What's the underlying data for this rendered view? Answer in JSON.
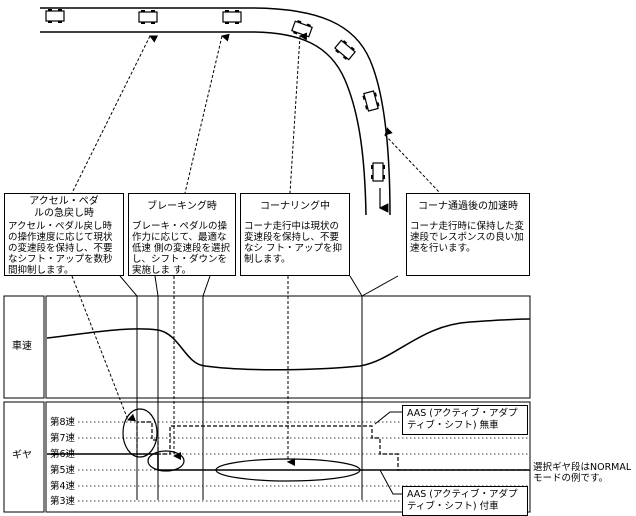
{
  "boxes": [
    {
      "title": "アクセル・ペダルの急戻し時",
      "body": "アクセル・ペダル戻し時の操作速度に応じて現状 の変速段を保持し、不要なシフト・アップを数秒 間抑制します。"
    },
    {
      "title": "ブレーキング時",
      "body": "ブレーキ・ペダルの操作力に応じて、最適な低速 側の変速段を選択し、シフト・ダウンを実施しま す。"
    },
    {
      "title": "コーナリング中",
      "body": "コーナ走行中は現状の変速段を保持し、不要なシ フト・アップを抑制します。"
    },
    {
      "title": "コーナ通過後の加速時",
      "body": "コーナ走行時に保持した変速段でレスポンスの良い加速を行います。"
    }
  ],
  "row_labels": {
    "speed": "車速",
    "gear": "ギヤ"
  },
  "gears": [
    "第8速",
    "第7速",
    "第6速",
    "第5速",
    "第4速",
    "第3速"
  ],
  "callouts": {
    "without": "AAS (アクティブ・アダプティブ・シフト) 無車",
    "with": "AAS (アクティブ・アダプティブ・シフト) 付車"
  },
  "note": "選択ギヤ段はNORMALモードの例です。"
}
